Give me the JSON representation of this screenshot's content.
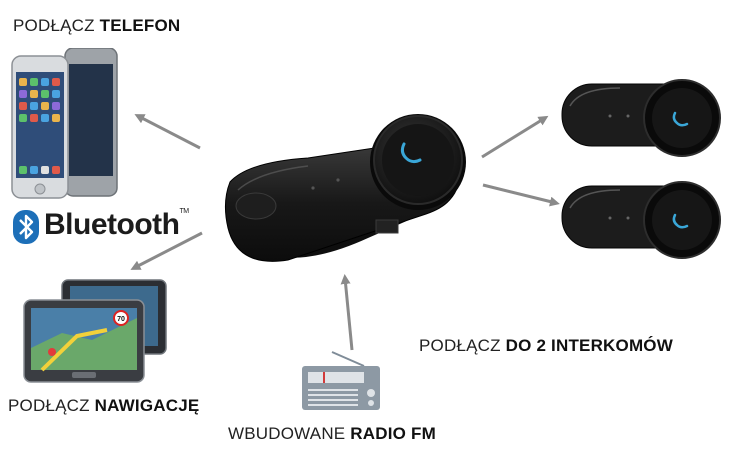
{
  "labels": {
    "phone": {
      "prefix": "PODŁĄCZ",
      "strong": "TELEFON"
    },
    "navigation": {
      "prefix": "PODŁĄCZ",
      "strong": "NAWIGACJĘ"
    },
    "radio": {
      "prefix": "WBUDOWANE",
      "strong": "RADIO FM"
    },
    "intercoms": {
      "prefix": "PODŁĄCZ",
      "strong": "DO 2 INTERKOMÓW"
    }
  },
  "bluetooth": {
    "word": "Bluetooth",
    "trademark": "TM"
  },
  "gps_screen": {
    "speed_limit": "70"
  },
  "icons": {
    "phones": "smartphones-image",
    "bluetooth_logo": "bluetooth-icon",
    "gps": "gps-navigation-image",
    "radio": "radio-icon",
    "main_device": "intercom-headset-image",
    "call_button": "phone-icon"
  },
  "colors": {
    "arrow": "#8a8a8a",
    "device_body": "#161616",
    "call_glyph": "#3aa7d8",
    "bluetooth_blue": "#1d6fb8",
    "radio_grey": "#7f8c98"
  }
}
